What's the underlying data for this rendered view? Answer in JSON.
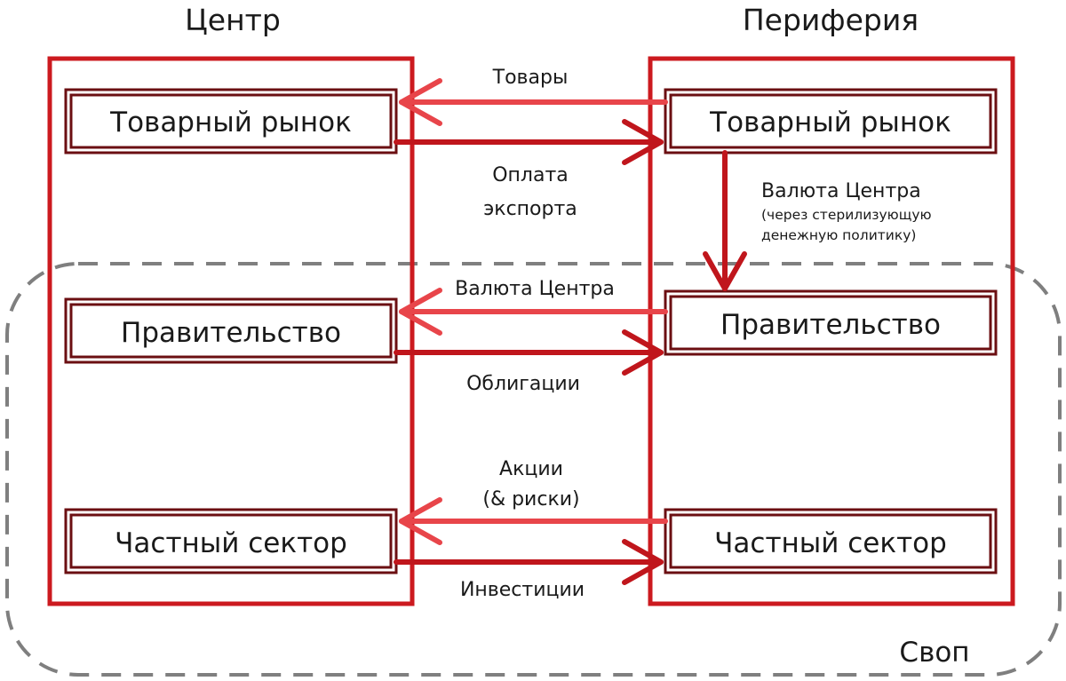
{
  "columns": {
    "center": "Центр",
    "periphery": "Периферия"
  },
  "boxes": {
    "center_goods_market": "Товарный рынок",
    "center_government": "Правительство",
    "center_private": "Частный сектор",
    "periphery_goods_market": "Товарный рынок",
    "periphery_government": "Правительство",
    "periphery_private": "Частный сектор"
  },
  "flows": {
    "goods": "Товары",
    "export_payment_1": "Оплата",
    "export_payment_2": "экспорта",
    "center_currency_down": "Валюта Центра",
    "center_currency_note_1": "(через стерилизующую",
    "center_currency_note_2": "денежную политику)",
    "center_currency": "Валюта Центра",
    "bonds": "Облигации",
    "shares_1": "Акции",
    "shares_2": "(& риски)",
    "investments": "Инвестиции"
  },
  "swap_label": "Своп",
  "colors": {
    "frame_red": "#cc1a1f",
    "arrow_dark": "#c0161c",
    "arrow_light": "#e8454a",
    "box_border": "#6b0f12",
    "dashed": "#7f7f7f"
  }
}
